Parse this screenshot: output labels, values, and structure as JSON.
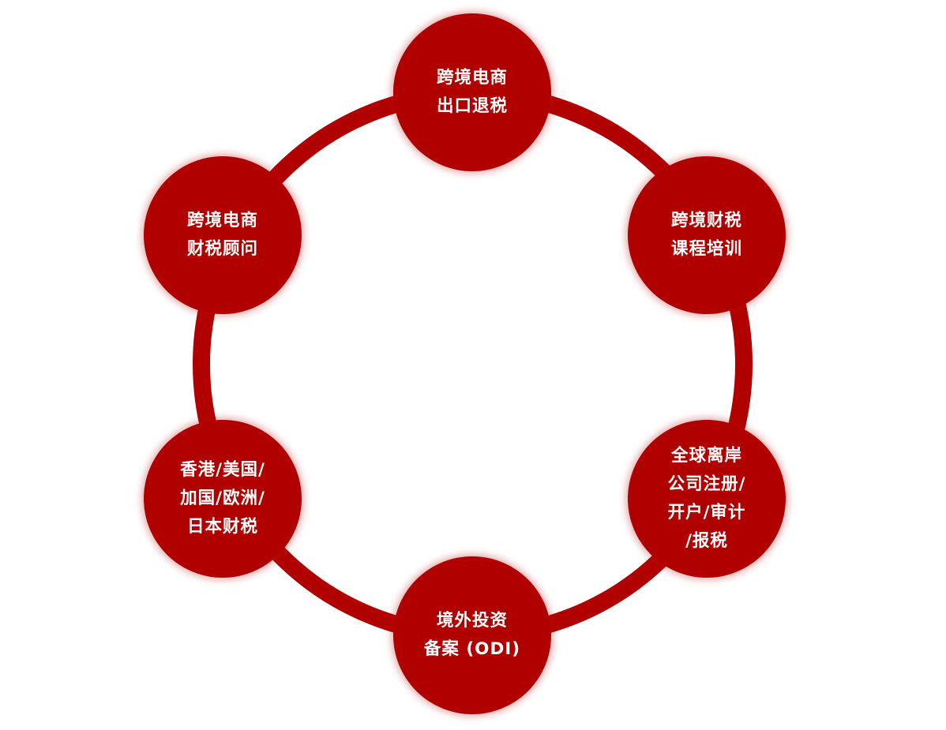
{
  "diagram": {
    "type": "cycle",
    "accent_color": "#b00000",
    "nodes": [
      {
        "id": "top",
        "lines": [
          "跨境电商",
          "出口退税"
        ]
      },
      {
        "id": "upper-right",
        "lines": [
          "跨境财税",
          "课程培训"
        ]
      },
      {
        "id": "lower-right",
        "lines": [
          "全球离岸",
          "公司注册/",
          "开户/审计",
          "/报税"
        ]
      },
      {
        "id": "bottom",
        "lines": [
          "境外投资",
          "备案 (ODI)"
        ]
      },
      {
        "id": "lower-left",
        "lines": [
          "香港/美国/",
          "加国/欧洲/",
          "日本财税"
        ]
      },
      {
        "id": "upper-left",
        "lines": [
          "跨境电商",
          "财税顾问"
        ]
      }
    ]
  }
}
